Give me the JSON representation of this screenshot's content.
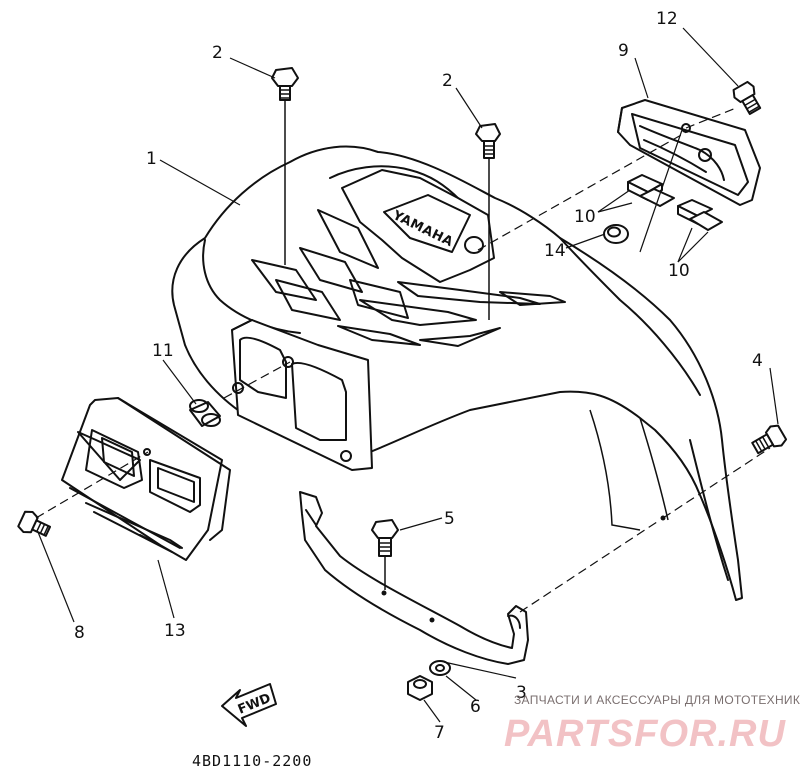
{
  "callouts": [
    {
      "id": "c1",
      "label": "1"
    },
    {
      "id": "c2a",
      "label": "2"
    },
    {
      "id": "c2b",
      "label": "2"
    },
    {
      "id": "c3",
      "label": "3"
    },
    {
      "id": "c4",
      "label": "4"
    },
    {
      "id": "c5",
      "label": "5"
    },
    {
      "id": "c6",
      "label": "6"
    },
    {
      "id": "c7",
      "label": "7"
    },
    {
      "id": "c8",
      "label": "8"
    },
    {
      "id": "c9",
      "label": "9"
    },
    {
      "id": "c10a",
      "label": "10"
    },
    {
      "id": "c10b",
      "label": "10"
    },
    {
      "id": "c11",
      "label": "11"
    },
    {
      "id": "c12",
      "label": "12"
    },
    {
      "id": "c13",
      "label": "13"
    },
    {
      "id": "c14",
      "label": "14"
    }
  ],
  "fender_emblem": "YAMAHA",
  "fwd_label": "FWD",
  "diagram_code": "4BD1110-2200",
  "watermark": {
    "caption": "ЗАПЧАСТИ И АКСЕССУАРЫ ДЛЯ МОТОТЕХНИКИ",
    "brand": "PARTSFOR.RU"
  },
  "colors": {
    "ink": "#111111",
    "paper": "#ffffff",
    "watermark_brand": "#f2c2c5",
    "watermark_caption": "#7a6f6f"
  }
}
